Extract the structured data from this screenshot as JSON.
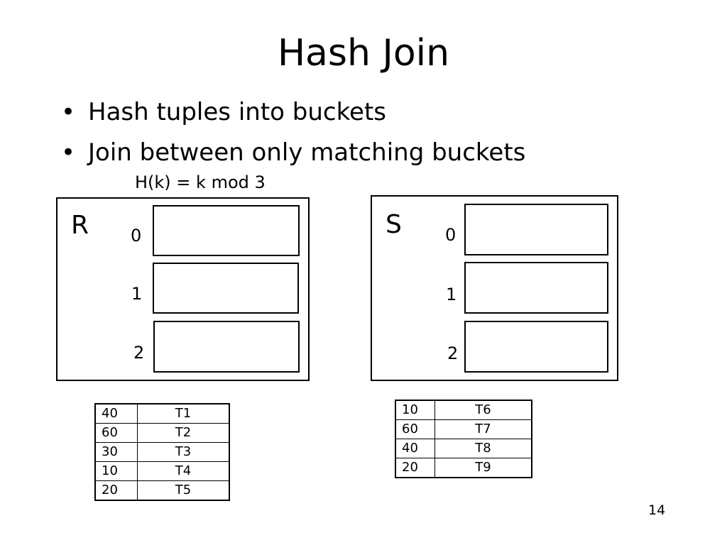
{
  "slide": {
    "title": "Hash Join",
    "bullets": [
      "Hash tuples into buckets",
      "Join between only matching buckets"
    ],
    "formula": "H(k) = k mod 3",
    "page_number": "14"
  },
  "relations": {
    "r": {
      "label": "R",
      "bucket_indices": [
        "0",
        "1",
        "2"
      ],
      "rows": [
        {
          "key": "40",
          "tuple": "T1"
        },
        {
          "key": "60",
          "tuple": "T2"
        },
        {
          "key": "30",
          "tuple": "T3"
        },
        {
          "key": "10",
          "tuple": "T4"
        },
        {
          "key": "20",
          "tuple": "T5"
        }
      ]
    },
    "s": {
      "label": "S",
      "bucket_indices": [
        "0",
        "1",
        "2"
      ],
      "rows": [
        {
          "key": "10",
          "tuple": "T6"
        },
        {
          "key": "60",
          "tuple": "T7"
        },
        {
          "key": "40",
          "tuple": "T8"
        },
        {
          "key": "20",
          "tuple": "T9"
        }
      ]
    }
  }
}
